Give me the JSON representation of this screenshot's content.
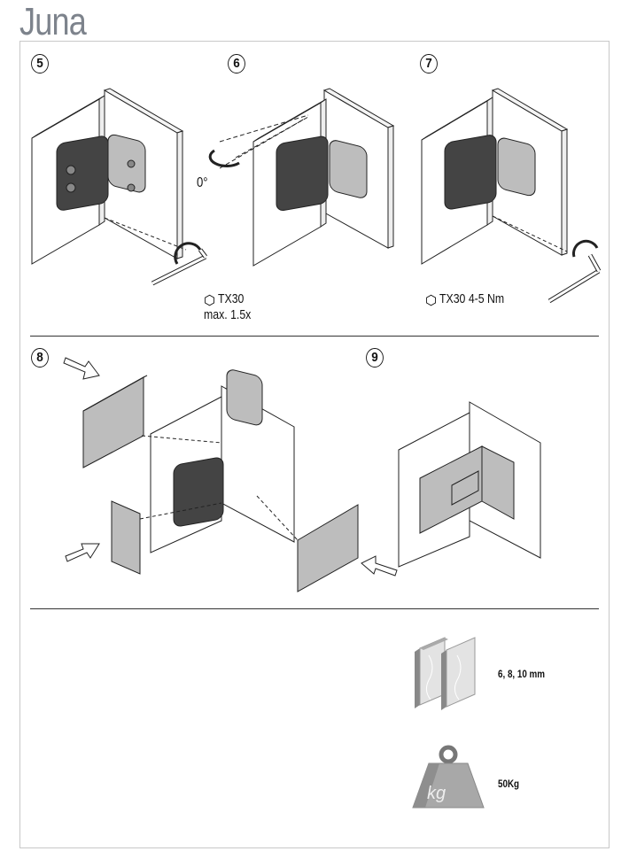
{
  "document": {
    "title": "Juna",
    "steps": [
      {
        "number": "5",
        "tool": "TX30",
        "note": "max. 1.5x",
        "icon": "torx-icon"
      },
      {
        "number": "6",
        "angle": "0°",
        "icon": "rotate-arrow-icon"
      },
      {
        "number": "7",
        "tool": "TX30 4-5 Nm",
        "icon": "torx-icon"
      },
      {
        "number": "8",
        "icon": "insert-arrow-icon"
      },
      {
        "number": "9"
      }
    ],
    "specs": [
      {
        "icon": "glass-panels-icon",
        "label": "6, 8, 10 mm"
      },
      {
        "icon": "weight-kg-icon",
        "label": "50Kg",
        "icon_text": "kg"
      }
    ]
  }
}
